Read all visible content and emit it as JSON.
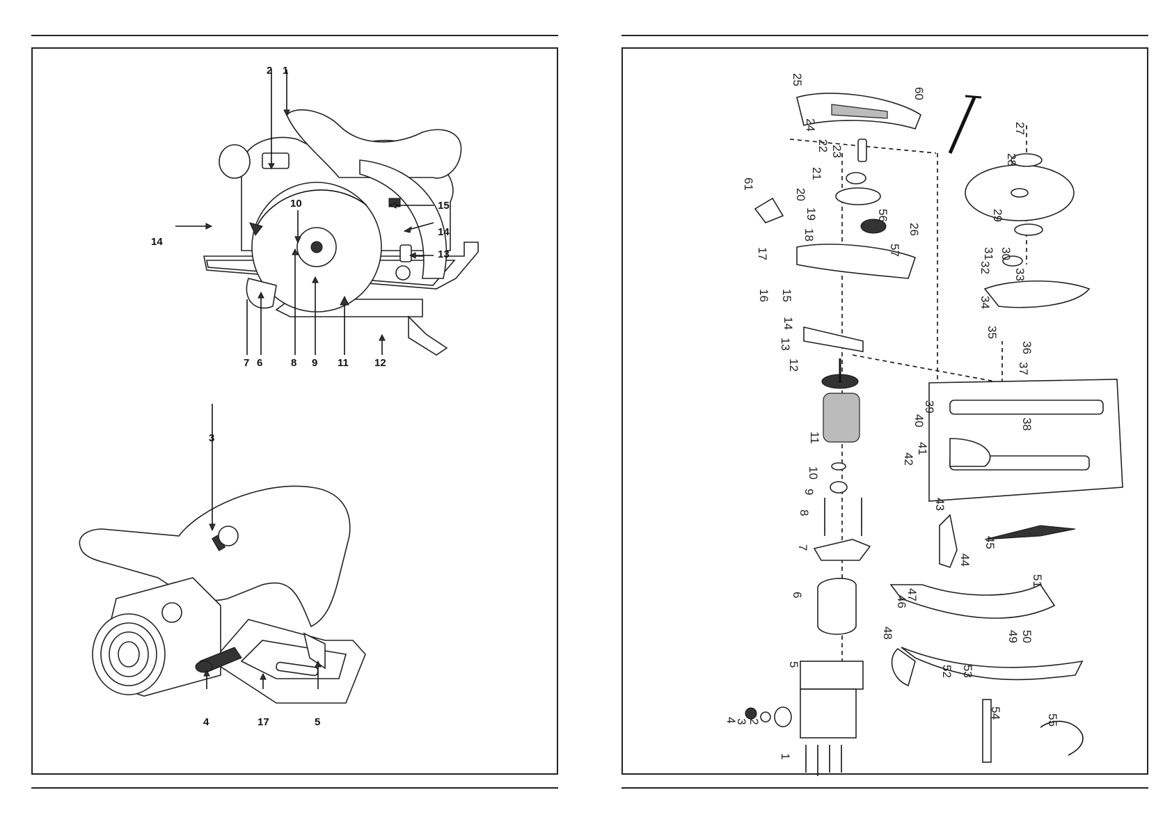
{
  "left_figure_1": {
    "callouts": [
      {
        "id": "2",
        "text": "2"
      },
      {
        "id": "1",
        "text": "1"
      },
      {
        "id": "15",
        "text": "15"
      },
      {
        "id": "14r",
        "text": "14"
      },
      {
        "id": "14l",
        "text": "14"
      },
      {
        "id": "10",
        "text": "10"
      },
      {
        "id": "13",
        "text": "13"
      },
      {
        "id": "7",
        "text": "7"
      },
      {
        "id": "6",
        "text": "6"
      },
      {
        "id": "8",
        "text": "8"
      },
      {
        "id": "9",
        "text": "9"
      },
      {
        "id": "11",
        "text": "11"
      },
      {
        "id": "12",
        "text": "12"
      }
    ]
  },
  "left_figure_2": {
    "callouts": [
      {
        "id": "3",
        "text": "3"
      },
      {
        "id": "4",
        "text": "4"
      },
      {
        "id": "17",
        "text": "17"
      },
      {
        "id": "5",
        "text": "5"
      }
    ]
  },
  "exploded_view": {
    "part_numbers": [
      "1",
      "2",
      "3",
      "4",
      "5",
      "6",
      "7",
      "8",
      "9",
      "10",
      "11",
      "12",
      "13",
      "14",
      "15",
      "16",
      "17",
      "18",
      "19",
      "20",
      "21",
      "22",
      "23",
      "24",
      "25",
      "26",
      "27",
      "28",
      "29",
      "30",
      "31",
      "32",
      "33",
      "34",
      "35",
      "36",
      "37",
      "38",
      "39",
      "40",
      "41",
      "42",
      "43",
      "44",
      "45",
      "46",
      "47",
      "48",
      "49",
      "50",
      "51",
      "52",
      "53",
      "54",
      "55",
      "56",
      "57",
      "60",
      "61"
    ]
  }
}
